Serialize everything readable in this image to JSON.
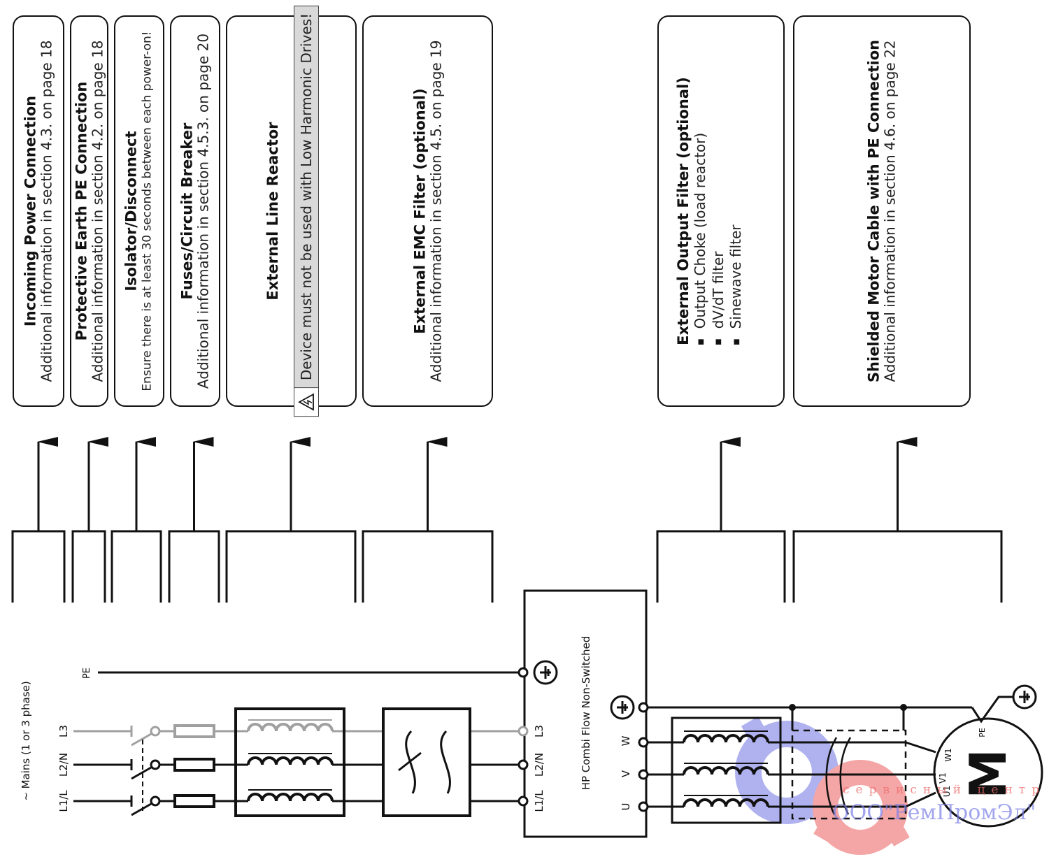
{
  "cards": [
    {
      "id": "incoming-power",
      "title": "Incoming Power Connection",
      "lines": [
        "Additional information in section 4.3. on page 18"
      ]
    },
    {
      "id": "protective-earth",
      "title": "Protective Earth PE Connection",
      "lines": [
        "Additional information in section 4.2. on page 18"
      ]
    },
    {
      "id": "isolator",
      "title": "Isolator/Disconnect",
      "lines": [
        "Ensure there is at least 30 seconds between each power-on!"
      ]
    },
    {
      "id": "fuses",
      "title": "Fuses/Circuit Breaker",
      "lines": [
        "Additional information in section 4.5.3. on page 20"
      ]
    },
    {
      "id": "line-reactor",
      "title": "External Line Reactor",
      "warning": "Device must not be used with Low Harmonic Drives!"
    },
    {
      "id": "emc-filter",
      "title": "External EMC Filter (optional)",
      "lines": [
        "Additional information in section 4.5. on page 19"
      ]
    },
    {
      "id": "output-filter",
      "title": "External Output Filter (optional)",
      "bullets": [
        "Output Choke (load reactor)",
        "dV/dT filter",
        "Sinewave filter"
      ]
    },
    {
      "id": "motor-cable",
      "title": "Shielded Motor Cable with PE Connection",
      "lines": [
        "Additional information in section 4.6. on page 22"
      ]
    }
  ],
  "schematic": {
    "mains_label": "~ Mains (1 or 3 phase)",
    "input_terminals": [
      "PE",
      "L3",
      "L2/N",
      "L1/L"
    ],
    "drive_label": "HP Combi Flow Non-Switched",
    "drive_input_terminals": [
      "L3",
      "L2/N",
      "L1/L"
    ],
    "drive_output_terminals": [
      "W",
      "V",
      "U"
    ],
    "motor_symbol": "M",
    "motor_terminals": [
      "PE",
      "W1",
      "V1",
      "U1"
    ]
  },
  "watermark": {
    "line1": "сервисный центр",
    "line2": "ООО\"РемПромЭл\""
  },
  "colors": {
    "line": "#111111",
    "l3_optional": "#a0a0a0",
    "warning_bg": "#d9d9d9",
    "watermark_blue": "#7b7fe6",
    "watermark_red": "#ee6b6b"
  }
}
